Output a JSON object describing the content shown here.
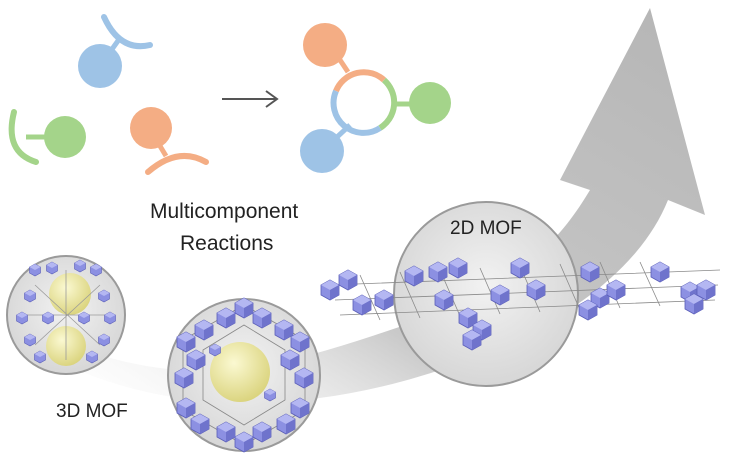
{
  "labels": {
    "mcr_line1": "Multicomponent",
    "mcr_line2": "Reactions",
    "mof_3d": "3D MOF",
    "mof_2d": "2D MOF"
  },
  "colors": {
    "blue": "#9ec3e6",
    "orange": "#f4ad84",
    "green": "#a4d48a",
    "arrow_gray": "#bfbfbf",
    "polyhedra": "#8b8fe0",
    "cavity": "#eeeaa0"
  },
  "icons": {
    "reaction_arrow": "right-arrow-icon",
    "big_arrow": "curved-arrow-icon"
  }
}
